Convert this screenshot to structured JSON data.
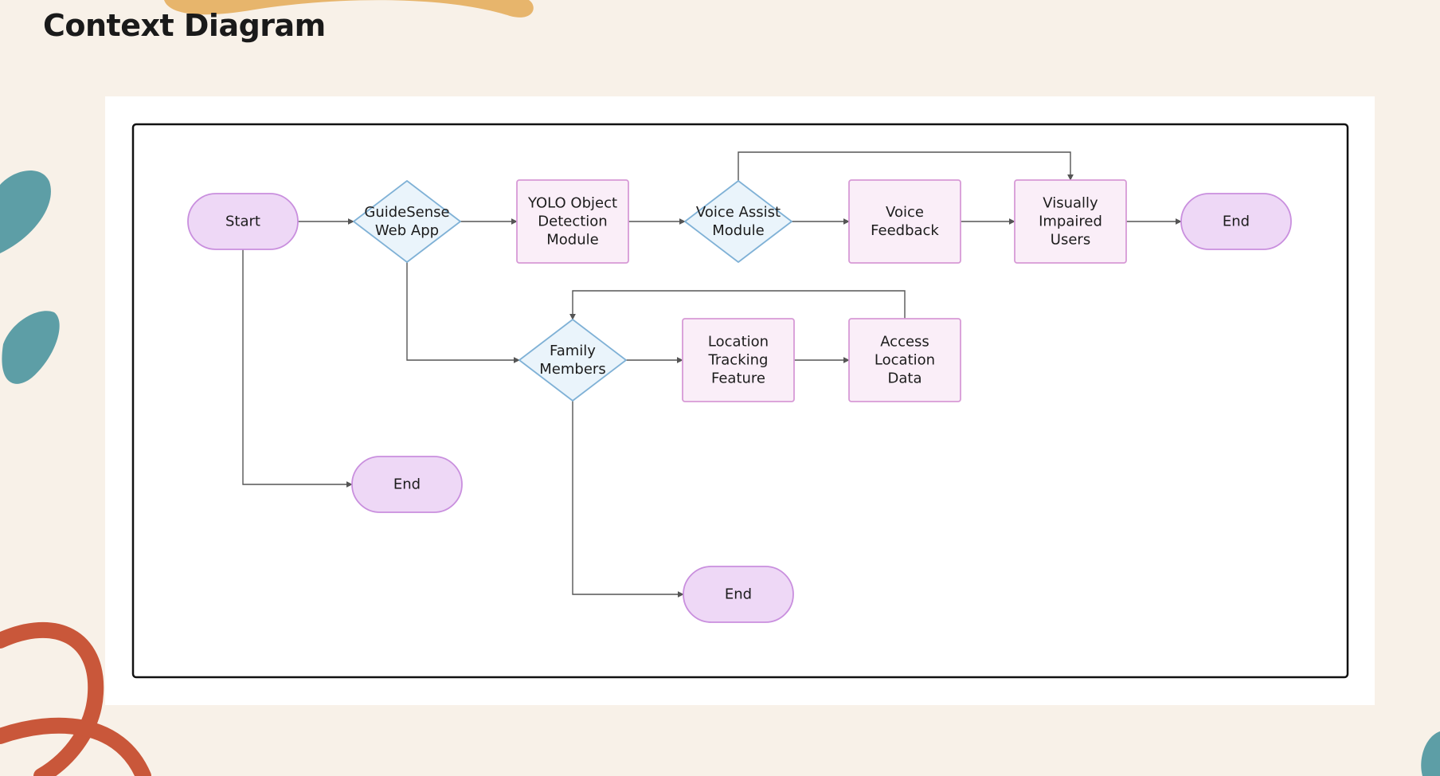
{
  "slide": {
    "title": "Context Diagram"
  },
  "colors": {
    "background": "#f8f1e8",
    "terminal_fill": "#eed8f6",
    "terminal_stroke": "#c98fde",
    "process_fill": "#faeef8",
    "process_stroke": "#d79ad6",
    "decision_fill": "#eaf4fb",
    "decision_stroke": "#7fb1d6",
    "frame_stroke": "#111111",
    "edge": "#555555",
    "accent_orange": "#e7b56c",
    "accent_teal": "#5d9ea6",
    "accent_rust": "#c9573a"
  },
  "diagram": {
    "nodes": [
      {
        "id": "start",
        "shape": "terminal",
        "lines": [
          "Start"
        ]
      },
      {
        "id": "webapp",
        "shape": "decision",
        "lines": [
          "GuideSense",
          "Web App"
        ]
      },
      {
        "id": "yolo",
        "shape": "process",
        "lines": [
          "YOLO Object",
          "Detection",
          "Module"
        ]
      },
      {
        "id": "voiceassist",
        "shape": "decision",
        "lines": [
          "Voice Assist",
          "Module"
        ]
      },
      {
        "id": "voicefeedback",
        "shape": "process",
        "lines": [
          "Voice",
          "Feedback"
        ]
      },
      {
        "id": "users",
        "shape": "process",
        "lines": [
          "Visually",
          "Impaired",
          "Users"
        ]
      },
      {
        "id": "end1",
        "shape": "terminal",
        "lines": [
          "End"
        ]
      },
      {
        "id": "family",
        "shape": "decision",
        "lines": [
          "Family",
          "Members"
        ]
      },
      {
        "id": "tracking",
        "shape": "process",
        "lines": [
          "Location",
          "Tracking",
          "Feature"
        ]
      },
      {
        "id": "access",
        "shape": "process",
        "lines": [
          "Access",
          "Location",
          "Data"
        ]
      },
      {
        "id": "end2",
        "shape": "terminal",
        "lines": [
          "End"
        ]
      },
      {
        "id": "end3",
        "shape": "terminal",
        "lines": [
          "End"
        ]
      }
    ],
    "edges": [
      {
        "from": "start",
        "to": "webapp"
      },
      {
        "from": "webapp",
        "to": "yolo"
      },
      {
        "from": "yolo",
        "to": "voiceassist"
      },
      {
        "from": "voiceassist",
        "to": "voicefeedback"
      },
      {
        "from": "voicefeedback",
        "to": "users"
      },
      {
        "from": "users",
        "to": "end1"
      },
      {
        "from": "voiceassist",
        "to": "users"
      },
      {
        "from": "webapp",
        "to": "family"
      },
      {
        "from": "family",
        "to": "tracking"
      },
      {
        "from": "tracking",
        "to": "access"
      },
      {
        "from": "access",
        "to": "family"
      },
      {
        "from": "start",
        "to": "end2"
      },
      {
        "from": "family",
        "to": "end3"
      }
    ]
  }
}
